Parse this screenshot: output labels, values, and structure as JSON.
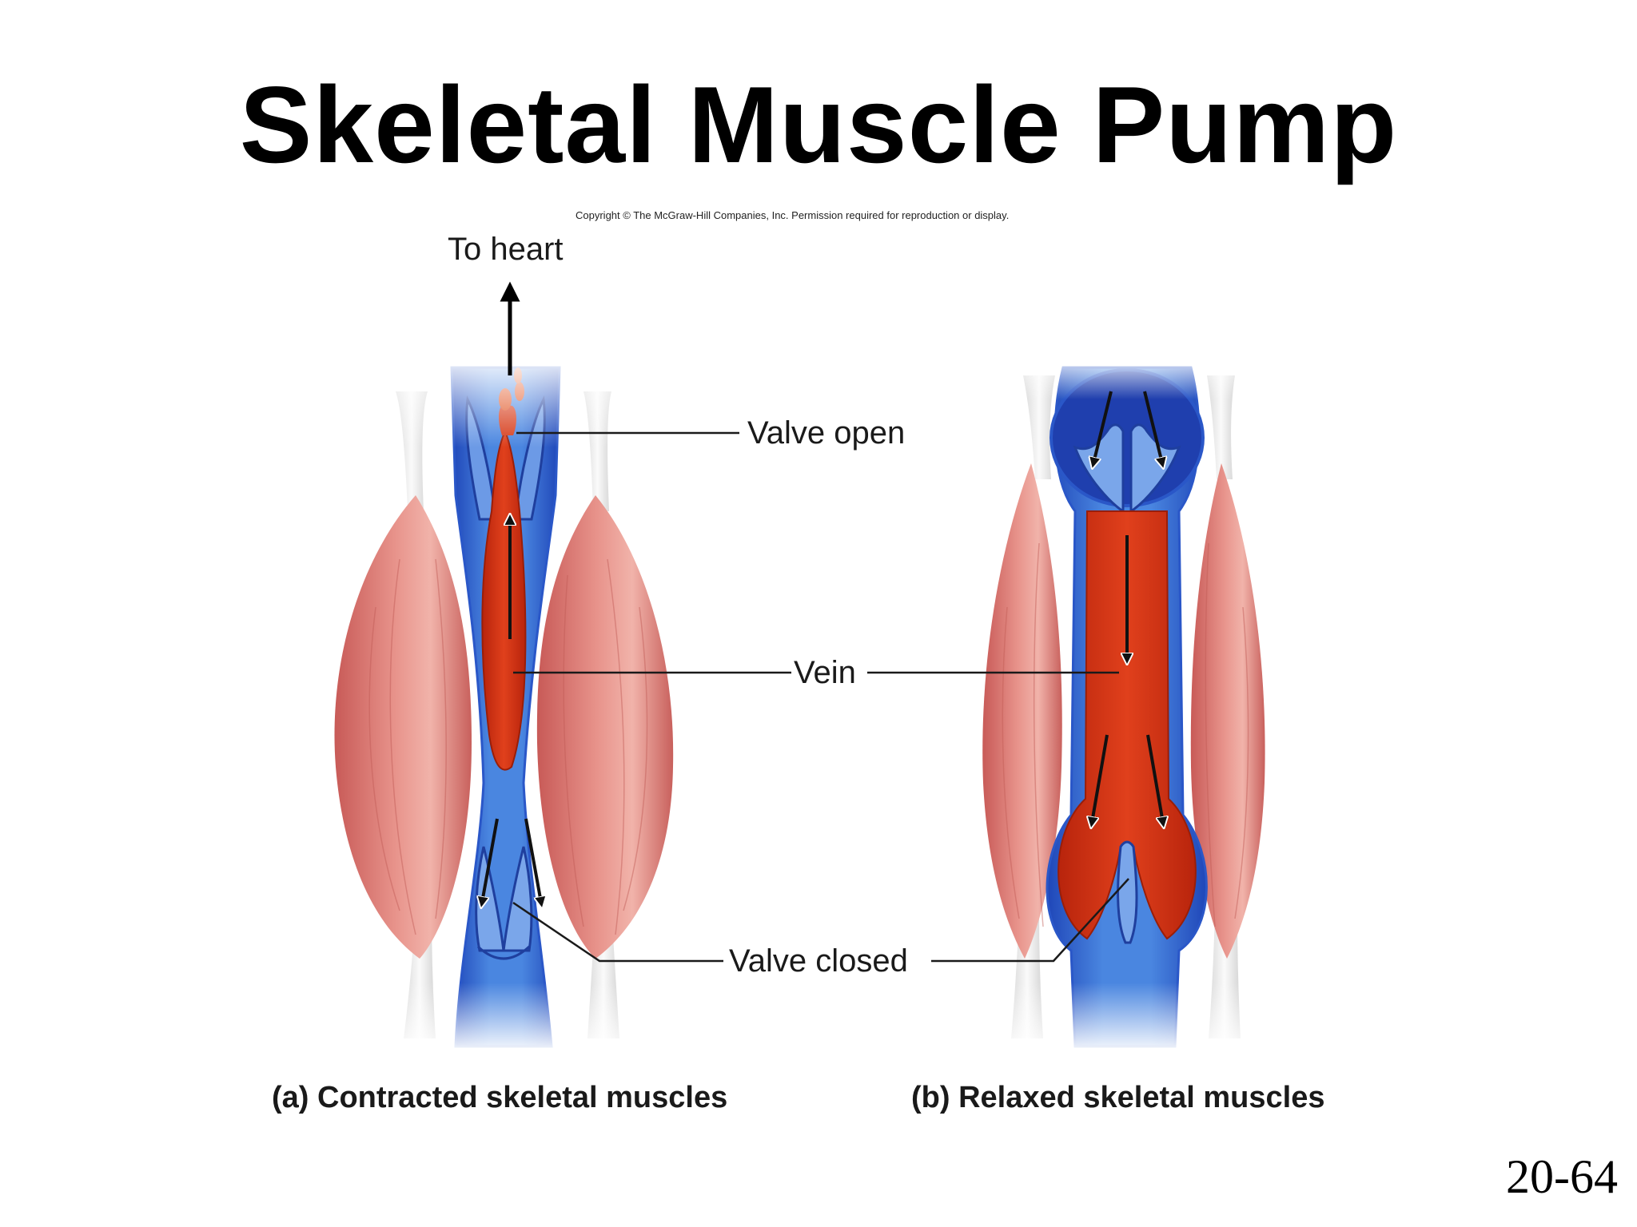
{
  "slide": {
    "title": "Skeletal Muscle Pump",
    "copyright": "Copyright © The McGraw-Hill Companies, Inc. Permission required for reproduction or display.",
    "slide_number": "20-64"
  },
  "diagram": {
    "labels": {
      "to_heart": "To heart",
      "valve_open": "Valve open",
      "vein": "Vein",
      "valve_closed": "Valve closed"
    },
    "panels": [
      {
        "caption": "(a) Contracted skeletal muscles"
      },
      {
        "caption": "(b) Relaxed skeletal muscles"
      }
    ]
  },
  "colors": {
    "muscle": "#d9706b",
    "muscle_light": "#f2c4bd",
    "tendon": "#eeeeee",
    "vein_wall": "#3a6fd0",
    "vein_dark": "#1d3fa6",
    "vein_light": "#8fb2ee",
    "blood": "#d23314"
  }
}
